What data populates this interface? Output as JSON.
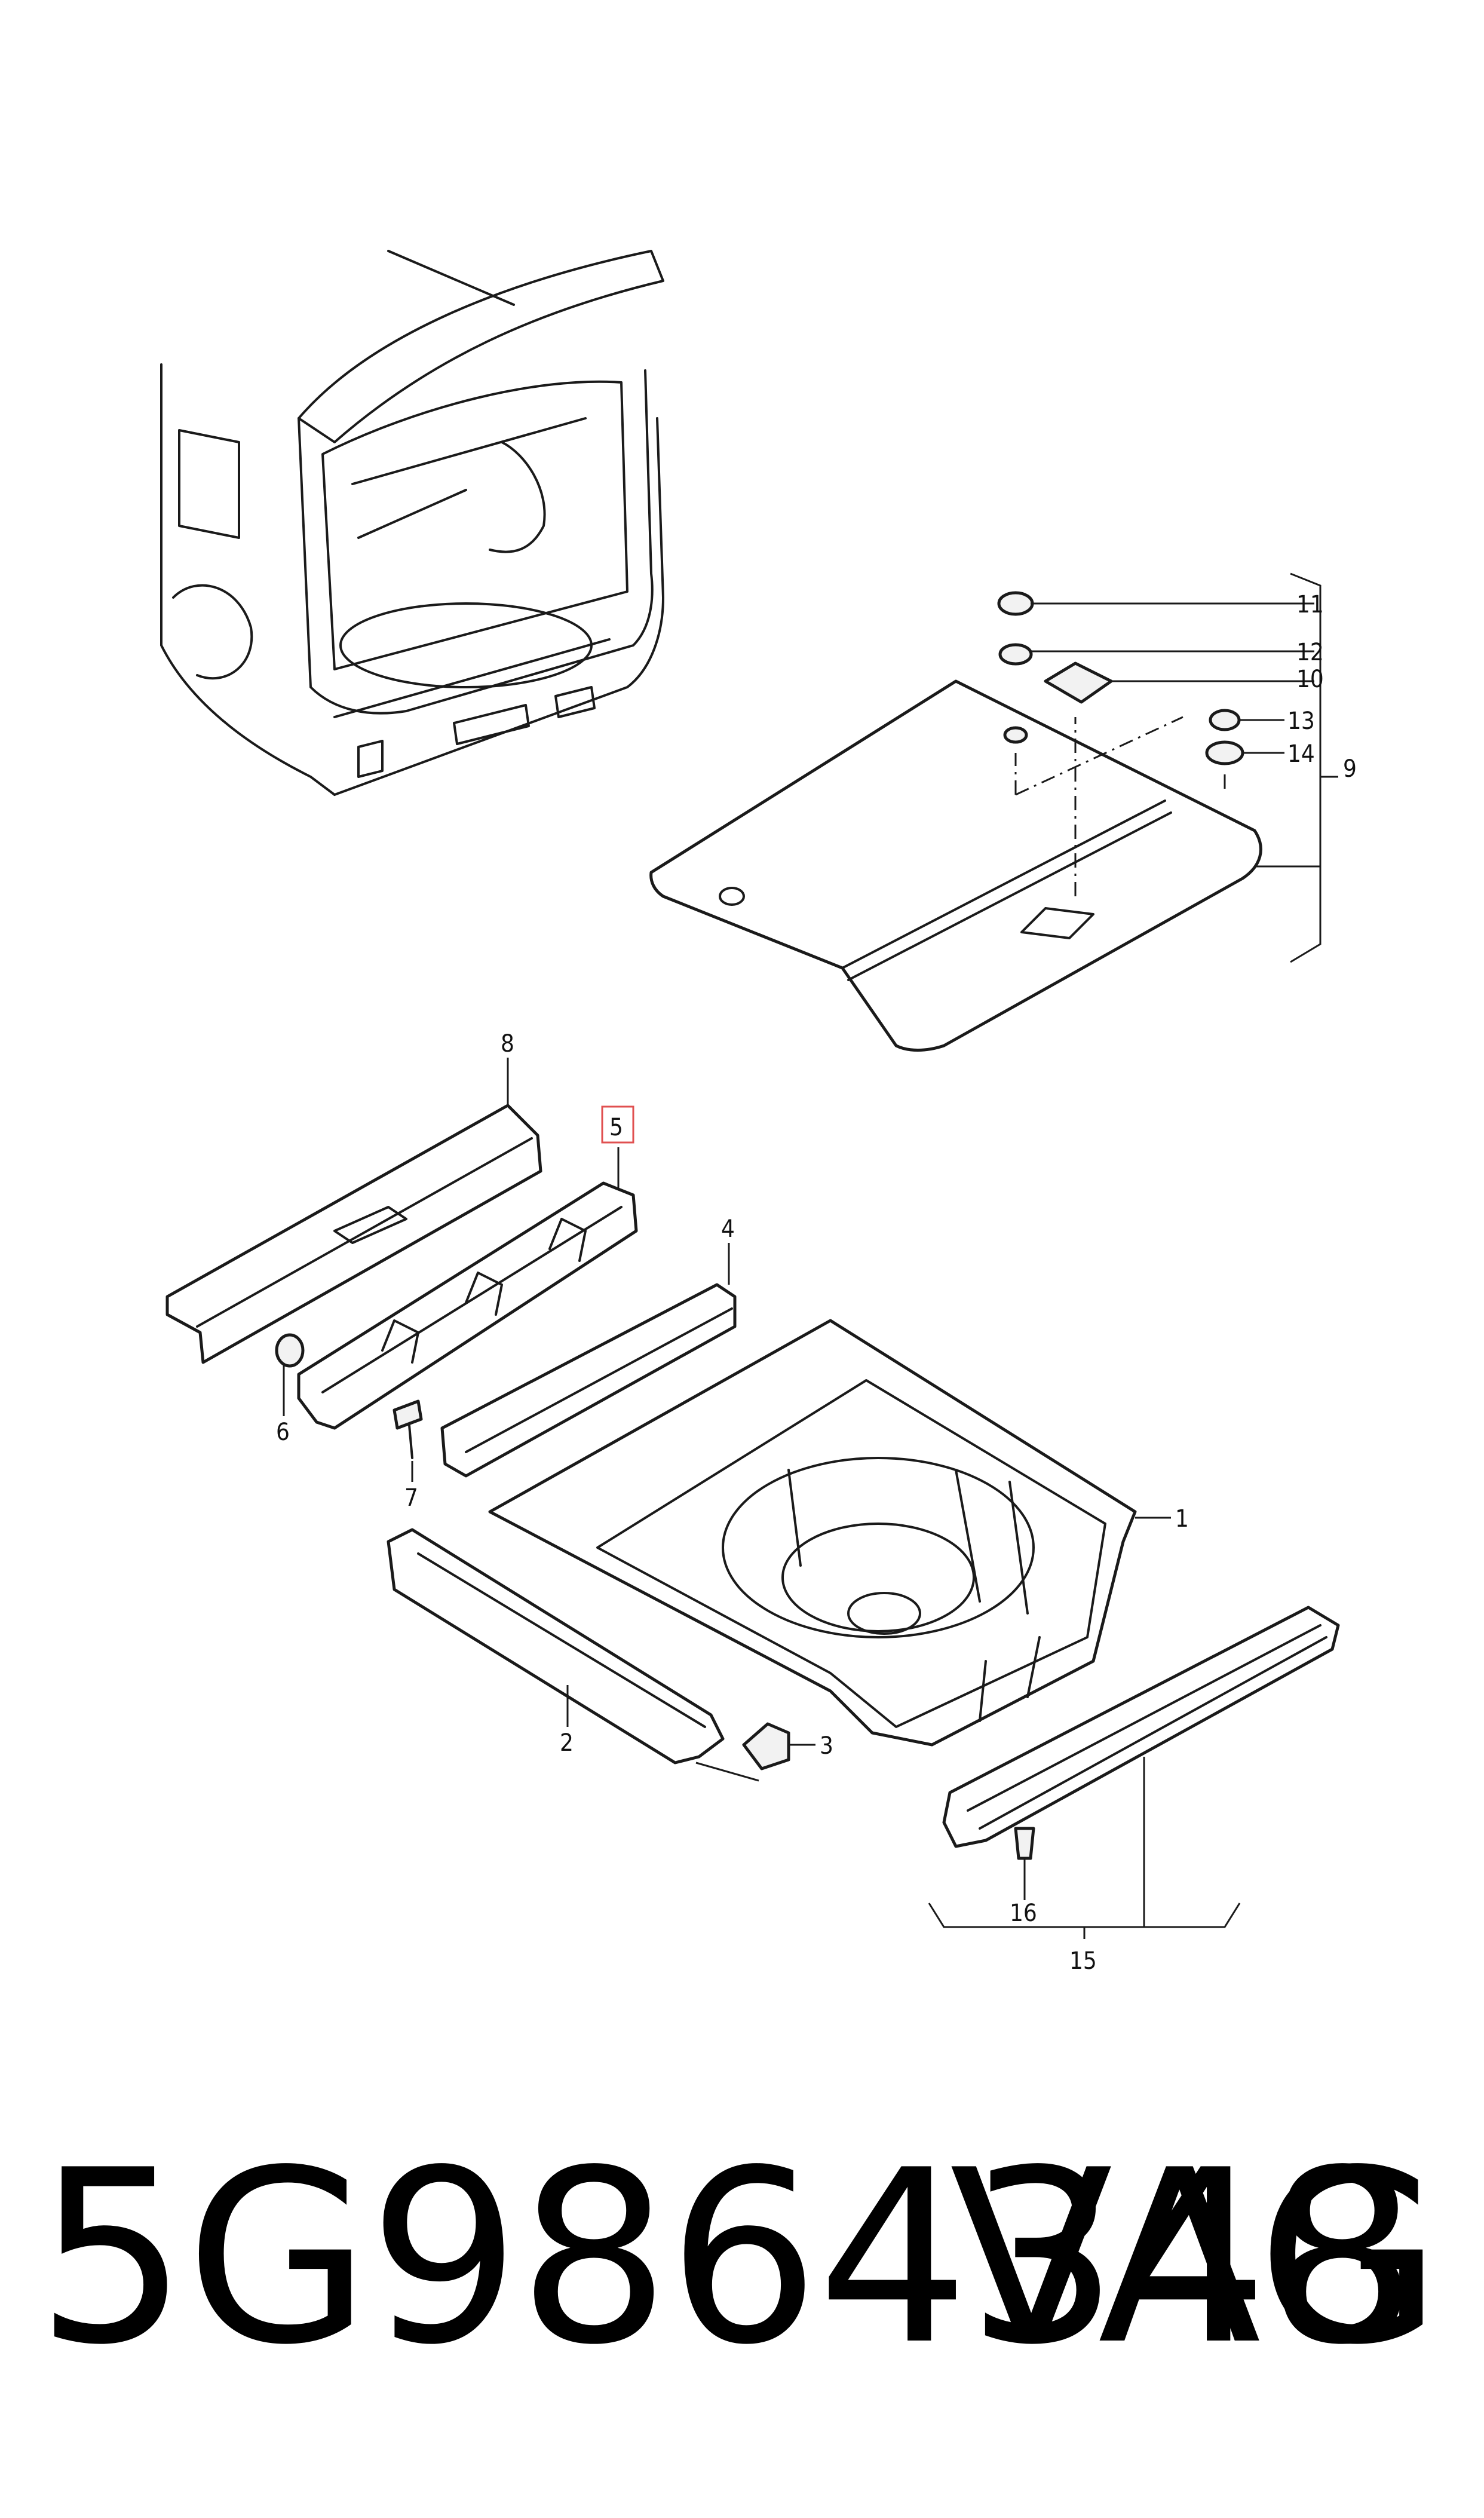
{
  "diagram": {
    "callouts": [
      {
        "id": "c1",
        "label": "1"
      },
      {
        "id": "c2",
        "label": "2"
      },
      {
        "id": "c3",
        "label": "3"
      },
      {
        "id": "c4",
        "label": "4"
      },
      {
        "id": "c5",
        "label": "5",
        "highlighted": true,
        "highlight_color": "#e05050"
      },
      {
        "id": "c6",
        "label": "6"
      },
      {
        "id": "c7",
        "label": "7"
      },
      {
        "id": "c8",
        "label": "8"
      },
      {
        "id": "c9",
        "label": "9"
      },
      {
        "id": "c10",
        "label": "10"
      },
      {
        "id": "c11",
        "label": "11"
      },
      {
        "id": "c12",
        "label": "12"
      },
      {
        "id": "c13",
        "label": "13"
      },
      {
        "id": "c14",
        "label": "14"
      },
      {
        "id": "c15",
        "label": "15"
      },
      {
        "id": "c16",
        "label": "16"
      }
    ]
  },
  "footer": {
    "part_number": "5G9864348",
    "brand": "VAG"
  }
}
